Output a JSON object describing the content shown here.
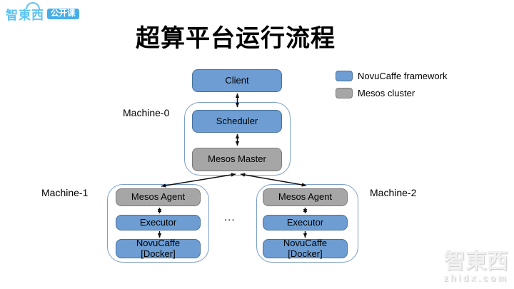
{
  "logo": {
    "brand": "智東西",
    "badge": "公开课"
  },
  "title": "超算平台运行流程",
  "legend": {
    "items": [
      {
        "label": "NovuCaffe framework",
        "color": "#6d9dd3"
      },
      {
        "label": "Mesos cluster",
        "color": "#a6a6a6"
      }
    ]
  },
  "diagram": {
    "client": "Client",
    "machine0": {
      "label": "Machine-0",
      "scheduler": "Scheduler",
      "master": "Mesos Master"
    },
    "machines": [
      {
        "label": "Machine-1",
        "agent": "Mesos Agent",
        "executor": "Executor",
        "runtime_line1": "NovuCaffe",
        "runtime_line2": "[Docker]"
      },
      {
        "label": "Machine-2",
        "agent": "Mesos Agent",
        "executor": "Executor",
        "runtime_line1": "NovuCaffe",
        "runtime_line2": "[Docker]"
      }
    ],
    "ellipsis": "..."
  },
  "watermark": {
    "brand": "智東西",
    "domain": "zhidx.com"
  },
  "colors": {
    "novucaffe_blue": "#6d9dd3",
    "mesos_gray": "#a6a6a6",
    "blue_border": "#46719c",
    "gray_border": "#7a7a7a",
    "container_border": "#7b9ec7",
    "logo_blue": "#5fc3f1",
    "badge_blue": "#47aee9"
  }
}
